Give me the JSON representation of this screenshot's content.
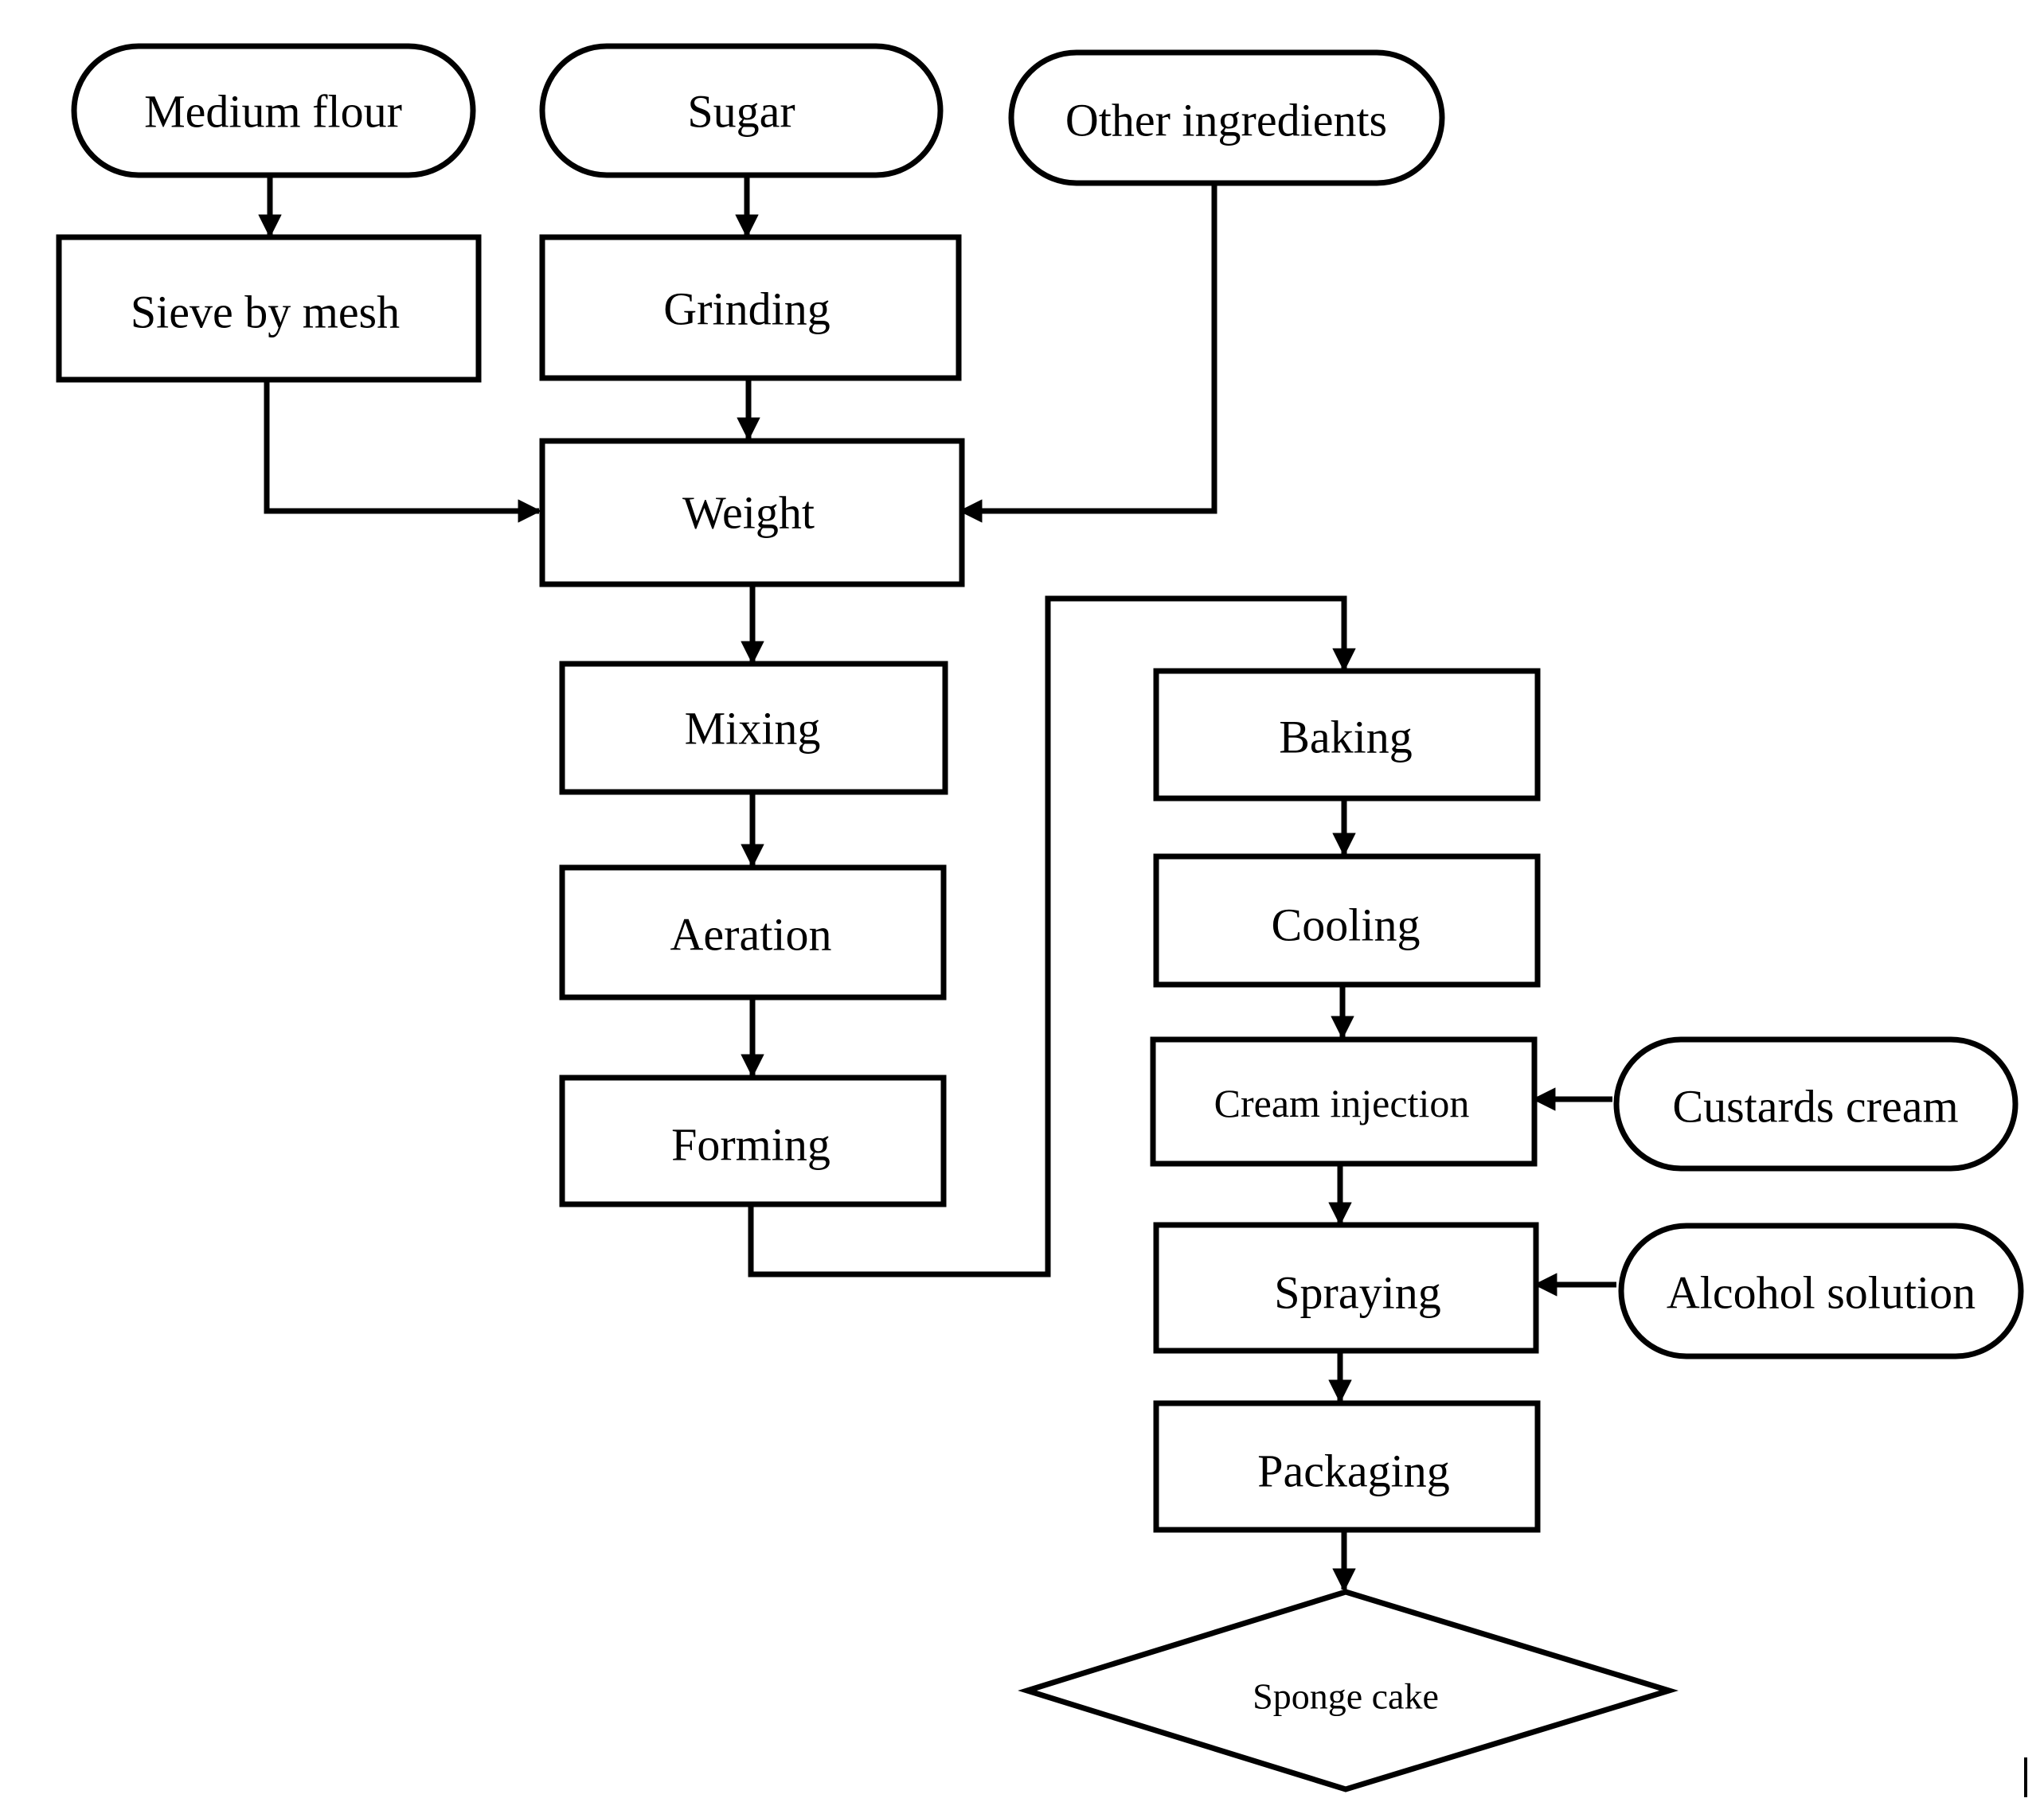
{
  "nodes": {
    "medium_flour": "Medium flour",
    "sugar": "Sugar",
    "other_ingredients": "Other ingredients",
    "sieve_by_mesh": "Sieve by mesh",
    "grinding": "Grinding",
    "weight": "Weight",
    "mixing": "Mixing",
    "aeration": "Aeration",
    "forming": "Forming",
    "baking": "Baking",
    "cooling": "Cooling",
    "cream_injection": "Cream injection",
    "custards_cream": "Custards cream",
    "spraying": "Spraying",
    "alcohol_solution": "Alcohol solution",
    "packaging": "Packaging",
    "sponge_cake": "Sponge cake"
  },
  "colors": {
    "stroke": "#000000",
    "fill": "#ffffff"
  }
}
